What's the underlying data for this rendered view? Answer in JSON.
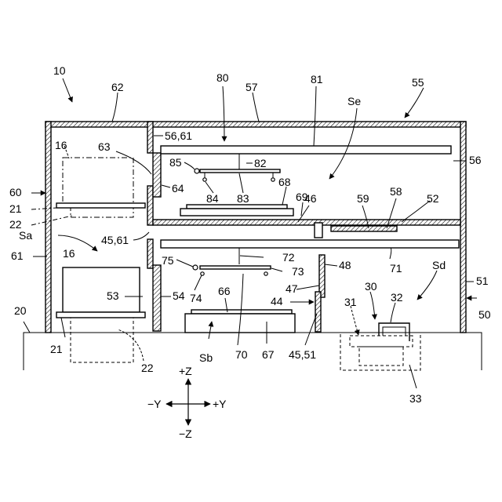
{
  "diagram": {
    "labels": {
      "l10": "10",
      "l62": "62",
      "l80": "80",
      "l57": "57",
      "l81": "81",
      "l55": "55",
      "lSe": "Se",
      "l16a": "16",
      "l63": "63",
      "l5661": "56,61",
      "l56r": "56",
      "l85": "85",
      "l82": "82",
      "l64": "64",
      "l68": "68",
      "l69": "69",
      "l84": "84",
      "l83": "83",
      "l46": "46",
      "l59": "59",
      "l58": "58",
      "l52": "52",
      "l60": "60",
      "l21a": "21",
      "l22a": "22",
      "lSa": "Sa",
      "l4561a": "45,61",
      "l61": "61",
      "l16b": "16",
      "l72": "72",
      "l75": "75",
      "l73": "73",
      "l48": "48",
      "l71": "71",
      "lSd": "Sd",
      "l53": "53",
      "l54": "54",
      "l66": "66",
      "l47": "47",
      "l30": "30",
      "l74": "74",
      "l44": "44",
      "l31": "31",
      "l32": "32",
      "l51": "51",
      "l50": "50",
      "l20": "20",
      "l21b": "21",
      "l22b": "22",
      "lSb": "Sb",
      "l70": "70",
      "l67": "67",
      "l4551b": "45,51",
      "l33": "33"
    },
    "axes": {
      "plus_z": "+Z",
      "minus_z": "−Z",
      "minus_y": "−Y",
      "plus_y": "+Y"
    }
  }
}
